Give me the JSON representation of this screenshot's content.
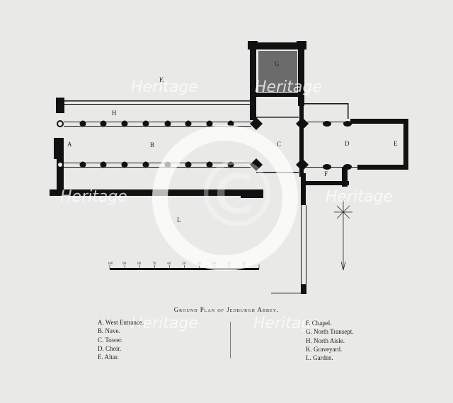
{
  "title": "Ground Plan of Jedburgh Abbey.",
  "plan_labels": {
    "A": "A",
    "B": "B",
    "C": "C",
    "D": "D",
    "E": "E",
    "F": "F",
    "G": "G",
    "H": "H",
    "K": "K",
    "L": "L"
  },
  "scale": {
    "ticks": [
      "100",
      "90",
      "80",
      "70",
      "60",
      "50",
      "40",
      "30",
      "20",
      "10"
    ]
  },
  "legend_left": [
    "A. West Entrance.",
    "B. Nave.",
    "C. Tower.",
    "D. Choir.",
    "E. Altar."
  ],
  "legend_right": [
    "F. Chapel.",
    "G. North Transept.",
    "H. North Aisle.",
    "K. Graveyard.",
    "L. Garden."
  ],
  "watermark": {
    "text": "Heritage",
    "symbol": "©"
  },
  "colors": {
    "background": "#e9e9e7",
    "ink": "#111111",
    "transept_fill": "#6b6b6b"
  }
}
